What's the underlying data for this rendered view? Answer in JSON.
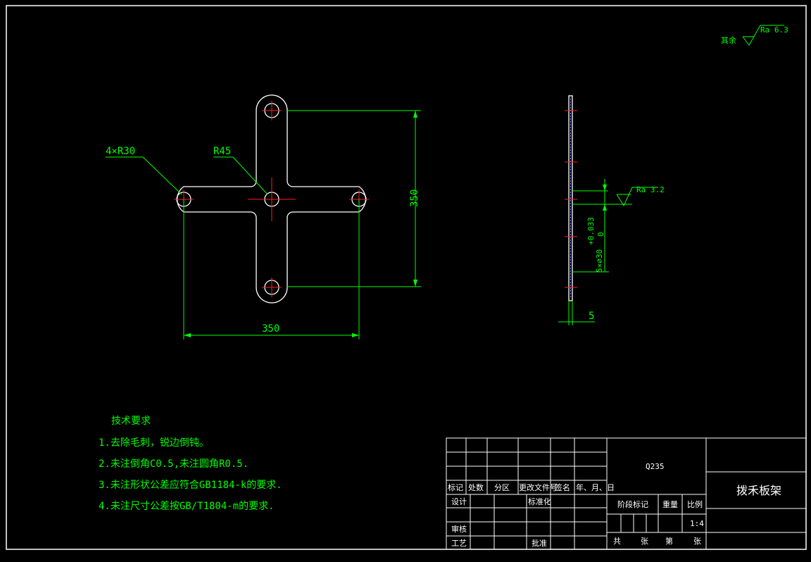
{
  "drawing": {
    "main_view": {
      "callout_corner": "4×R30",
      "callout_center": "R45",
      "dim_vertical": "350",
      "dim_horizontal": "350"
    },
    "side_view": {
      "roughness_face": "Ra 3.2",
      "hole_callout": "5×⌀30",
      "hole_tol_upper": "+0.033",
      "hole_tol_lower": "0",
      "dim_thickness": "5"
    },
    "roughness_general": {
      "label": "其余",
      "value": "Ra 6.3"
    },
    "tech_requirements": {
      "title": "技术要求",
      "items": [
        "1.去除毛刺，锐边倒钝。",
        "2.未注倒角C0.5,未注圆角R0.5.",
        "3.未注形状公差应符合GB1184-k的要求.",
        "4.未注尺寸公差按GB/T1804-m的要求."
      ]
    },
    "title_block": {
      "material": "Q235",
      "part_name": "拨禾板架",
      "row_headers": [
        "标记",
        "处数",
        "分区",
        "更改文件号",
        "签名",
        "年、月、日"
      ],
      "design": "设计",
      "standardization": "标准化",
      "review": "审核",
      "process": "工艺",
      "approve": "批准",
      "stage_mark": "阶段标记",
      "weight": "重量",
      "scale_label": "比例",
      "scale_value": "1:4",
      "total": "共",
      "sheet_unit": "张",
      "sheet_no": "第",
      "sheet_unit2": "张"
    }
  },
  "colors": {
    "background": "#000000",
    "outline": "#ffffff",
    "dimension": "#00ff00",
    "centerline": "#ff2020"
  }
}
